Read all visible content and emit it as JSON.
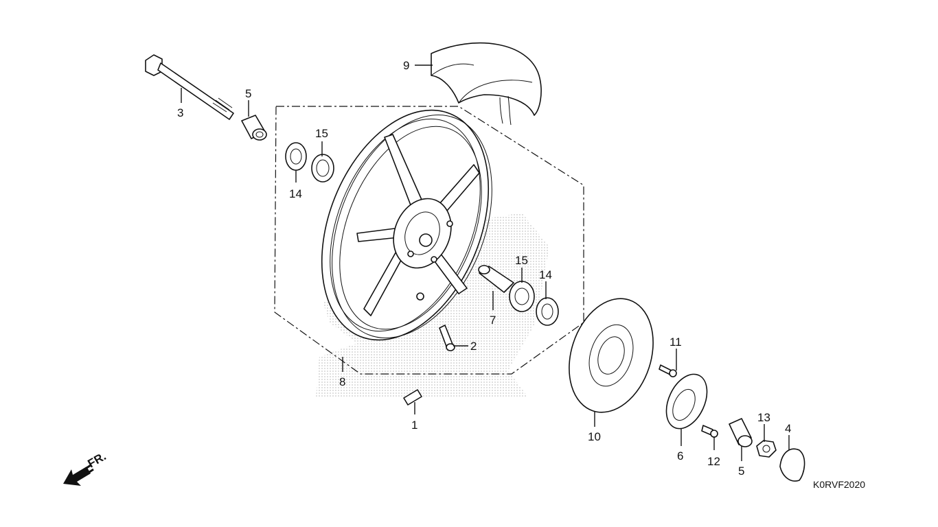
{
  "diagram": {
    "code": "K0RVF2020",
    "direction_label": "FR.",
    "callouts": {
      "c1": "1",
      "c2": "2",
      "c3": "3",
      "c4": "4",
      "c5a": "5",
      "c5b": "5",
      "c6": "6",
      "c7": "7",
      "c8": "8",
      "c9": "9",
      "c10": "10",
      "c11": "11",
      "c12": "12",
      "c13": "13",
      "c14a": "14",
      "c14b": "14",
      "c15a": "15",
      "c15b": "15"
    }
  }
}
